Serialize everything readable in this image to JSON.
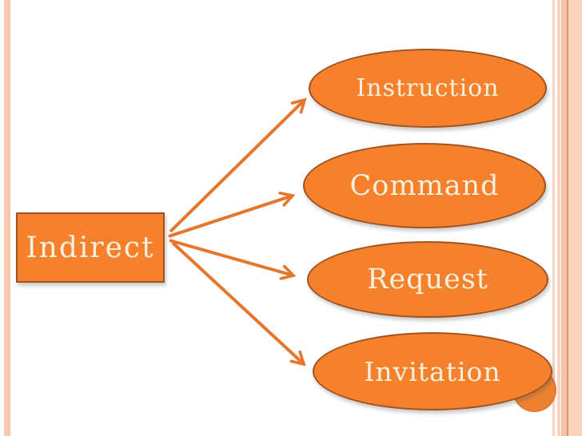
{
  "diagram": {
    "root": {
      "label": "Indirect",
      "shape": "rectangle"
    },
    "children": [
      {
        "label": "Instruction",
        "shape": "ellipse"
      },
      {
        "label": "Command",
        "shape": "ellipse"
      },
      {
        "label": "Request",
        "shape": "ellipse"
      },
      {
        "label": "Invitation",
        "shape": "ellipse"
      }
    ],
    "connections": [
      {
        "from": "Indirect",
        "to": "Instruction"
      },
      {
        "from": "Indirect",
        "to": "Command"
      },
      {
        "from": "Indirect",
        "to": "Request"
      },
      {
        "from": "Indirect",
        "to": "Invitation"
      }
    ]
  },
  "theme": {
    "node_fill": "#F5812D",
    "node_border": "#A0521F",
    "node_text_color": "#F6F0DC",
    "arrow_color": "#E5762B",
    "left_border_stripe": "#F8C9AE",
    "right_border_stripes": [
      "#FAD4BF",
      "#FAD4BF",
      "#F6C4A4",
      "#DE9465",
      "#FBD3BD"
    ],
    "background": "#FFFFFF"
  }
}
